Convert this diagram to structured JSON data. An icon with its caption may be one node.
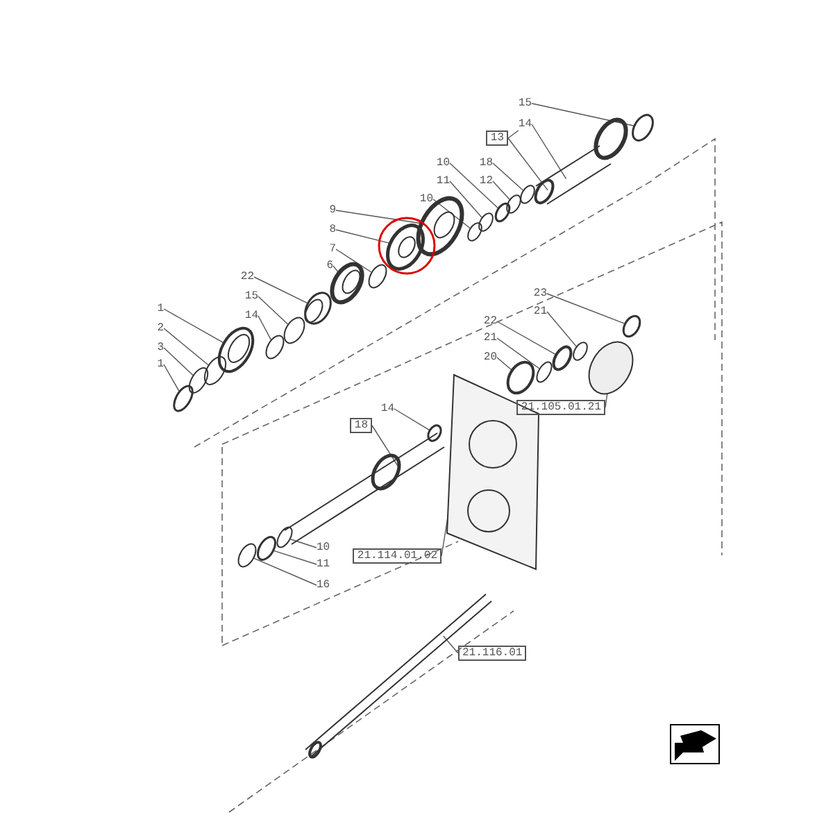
{
  "diagram": {
    "nodes": [
      {
        "text": [
          "1"
        ]
      },
      {
        "text": [
          "2"
        ]
      },
      {
        "text": [
          "3"
        ]
      },
      {
        "text": [
          "1"
        ]
      },
      {
        "text": [
          "22"
        ]
      },
      {
        "text": [
          "15"
        ]
      },
      {
        "text": [
          "14"
        ]
      },
      {
        "text": [
          "6"
        ]
      },
      {
        "text": [
          "7"
        ]
      },
      {
        "text": [
          "8"
        ]
      },
      {
        "text": [
          "9"
        ]
      },
      {
        "text": [
          "10"
        ]
      },
      {
        "text": [
          "11"
        ]
      },
      {
        "text": [
          "10"
        ]
      },
      {
        "text": [
          "18"
        ]
      },
      {
        "text": [
          "12"
        ]
      },
      {
        "text": [
          "13"
        ]
      },
      {
        "text": [
          "14"
        ]
      },
      {
        "text": [
          "15"
        ]
      },
      {
        "text": [
          "23"
        ]
      },
      {
        "text": [
          "21"
        ]
      },
      {
        "text": [
          "22"
        ]
      },
      {
        "text": [
          "21"
        ]
      },
      {
        "text": [
          "20"
        ]
      },
      {
        "text": [
          "21.105.01.21"
        ]
      },
      {
        "text": [
          "18"
        ]
      },
      {
        "text": [
          "14"
        ]
      },
      {
        "text": [
          "21.114.01.02"
        ]
      },
      {
        "text": [
          "10"
        ]
      },
      {
        "text": [
          "11"
        ]
      },
      {
        "text": [
          "16"
        ]
      },
      {
        "text": [
          "21.116.01"
        ]
      },
      {
        "text": [],
        "shape": "picture"
      },
      {
        "text": [],
        "shape": "circle"
      },
      {
        "text": [],
        "shape": "circle"
      },
      {
        "text": [],
        "shape": "circle"
      },
      {
        "text": [],
        "shape": "picture"
      },
      {
        "text": [],
        "shape": "circle"
      },
      {
        "text": [],
        "shape": "circle"
      },
      {
        "text": [],
        "shape": "picture"
      },
      {
        "text": [],
        "shape": "circle"
      },
      {
        "text": [],
        "shape": "picture"
      },
      {
        "text": [],
        "shape": "picture"
      },
      {
        "text": [],
        "shape": "circle"
      },
      {
        "text": [],
        "shape": "circle"
      },
      {
        "text": [],
        "shape": "circle"
      },
      {
        "text": [],
        "shape": "circle"
      },
      {
        "text": [],
        "shape": "circle"
      },
      {
        "text": [],
        "shape": "picture"
      },
      {
        "text": [],
        "shape": "circle"
      },
      {
        "text": [],
        "shape": "circle"
      },
      {
        "text": [],
        "shape": "circle"
      },
      {
        "text": [],
        "shape": "circle"
      },
      {
        "text": [],
        "shape": "circle"
      },
      {
        "text": [],
        "shape": "circle"
      },
      {
        "text": [],
        "shape": "circle"
      },
      {
        "text": [],
        "shape": "picture"
      },
      {
        "text": [],
        "shape": "circle"
      },
      {
        "text": [],
        "shape": "picture"
      },
      {
        "text": [],
        "shape": "circle"
      },
      {
        "text": [],
        "shape": "circle"
      },
      {
        "text": [],
        "shape": "circle"
      },
      {
        "text": [],
        "shape": "picture"
      }
    ],
    "edges": [
      {
        "from": 0,
        "to": 32,
        "arrow": "none"
      },
      {
        "from": 1,
        "to": 33,
        "arrow": "none"
      },
      {
        "from": 2,
        "to": 34,
        "arrow": "none"
      },
      {
        "from": 3,
        "to": 35,
        "arrow": "none"
      },
      {
        "from": 4,
        "to": 36,
        "arrow": "none"
      },
      {
        "from": 5,
        "to": 37,
        "arrow": "none"
      },
      {
        "from": 6,
        "to": 38,
        "arrow": "none"
      },
      {
        "from": 7,
        "to": 39,
        "arrow": "none"
      },
      {
        "from": 8,
        "to": 40,
        "arrow": "none"
      },
      {
        "from": 9,
        "to": 41,
        "arrow": "none"
      },
      {
        "from": 10,
        "to": 42,
        "arrow": "none"
      },
      {
        "from": 11,
        "to": 43,
        "arrow": "none"
      },
      {
        "from": 12,
        "to": 44,
        "arrow": "none"
      },
      {
        "from": 13,
        "to": 45,
        "arrow": "none"
      },
      {
        "from": 14,
        "to": 46,
        "arrow": "none"
      },
      {
        "from": 15,
        "to": 47,
        "arrow": "none"
      },
      {
        "from": 16,
        "to": 48,
        "arrow": "none"
      },
      {
        "from": 16,
        "to": 17,
        "arrow": "none"
      },
      {
        "from": 17,
        "to": 48,
        "arrow": "none"
      },
      {
        "from": 18,
        "to": 49,
        "arrow": "none"
      },
      {
        "from": 19,
        "to": 50,
        "arrow": "none"
      },
      {
        "from": 20,
        "to": 51,
        "arrow": "none"
      },
      {
        "from": 21,
        "to": 52,
        "arrow": "none"
      },
      {
        "from": 22,
        "to": 53,
        "arrow": "none"
      },
      {
        "from": 23,
        "to": 54,
        "arrow": "none"
      },
      {
        "from": 24,
        "to": 55,
        "arrow": "none"
      },
      {
        "from": 25,
        "to": 56,
        "arrow": "none"
      },
      {
        "from": 26,
        "to": 57,
        "arrow": "none"
      },
      {
        "from": 27,
        "to": 58,
        "arrow": "none"
      },
      {
        "from": 28,
        "to": 59,
        "arrow": "none"
      },
      {
        "from": 29,
        "to": 60,
        "arrow": "none"
      },
      {
        "from": 30,
        "to": 61,
        "arrow": "none"
      },
      {
        "from": 31,
        "to": 62,
        "arrow": "none"
      }
    ]
  }
}
